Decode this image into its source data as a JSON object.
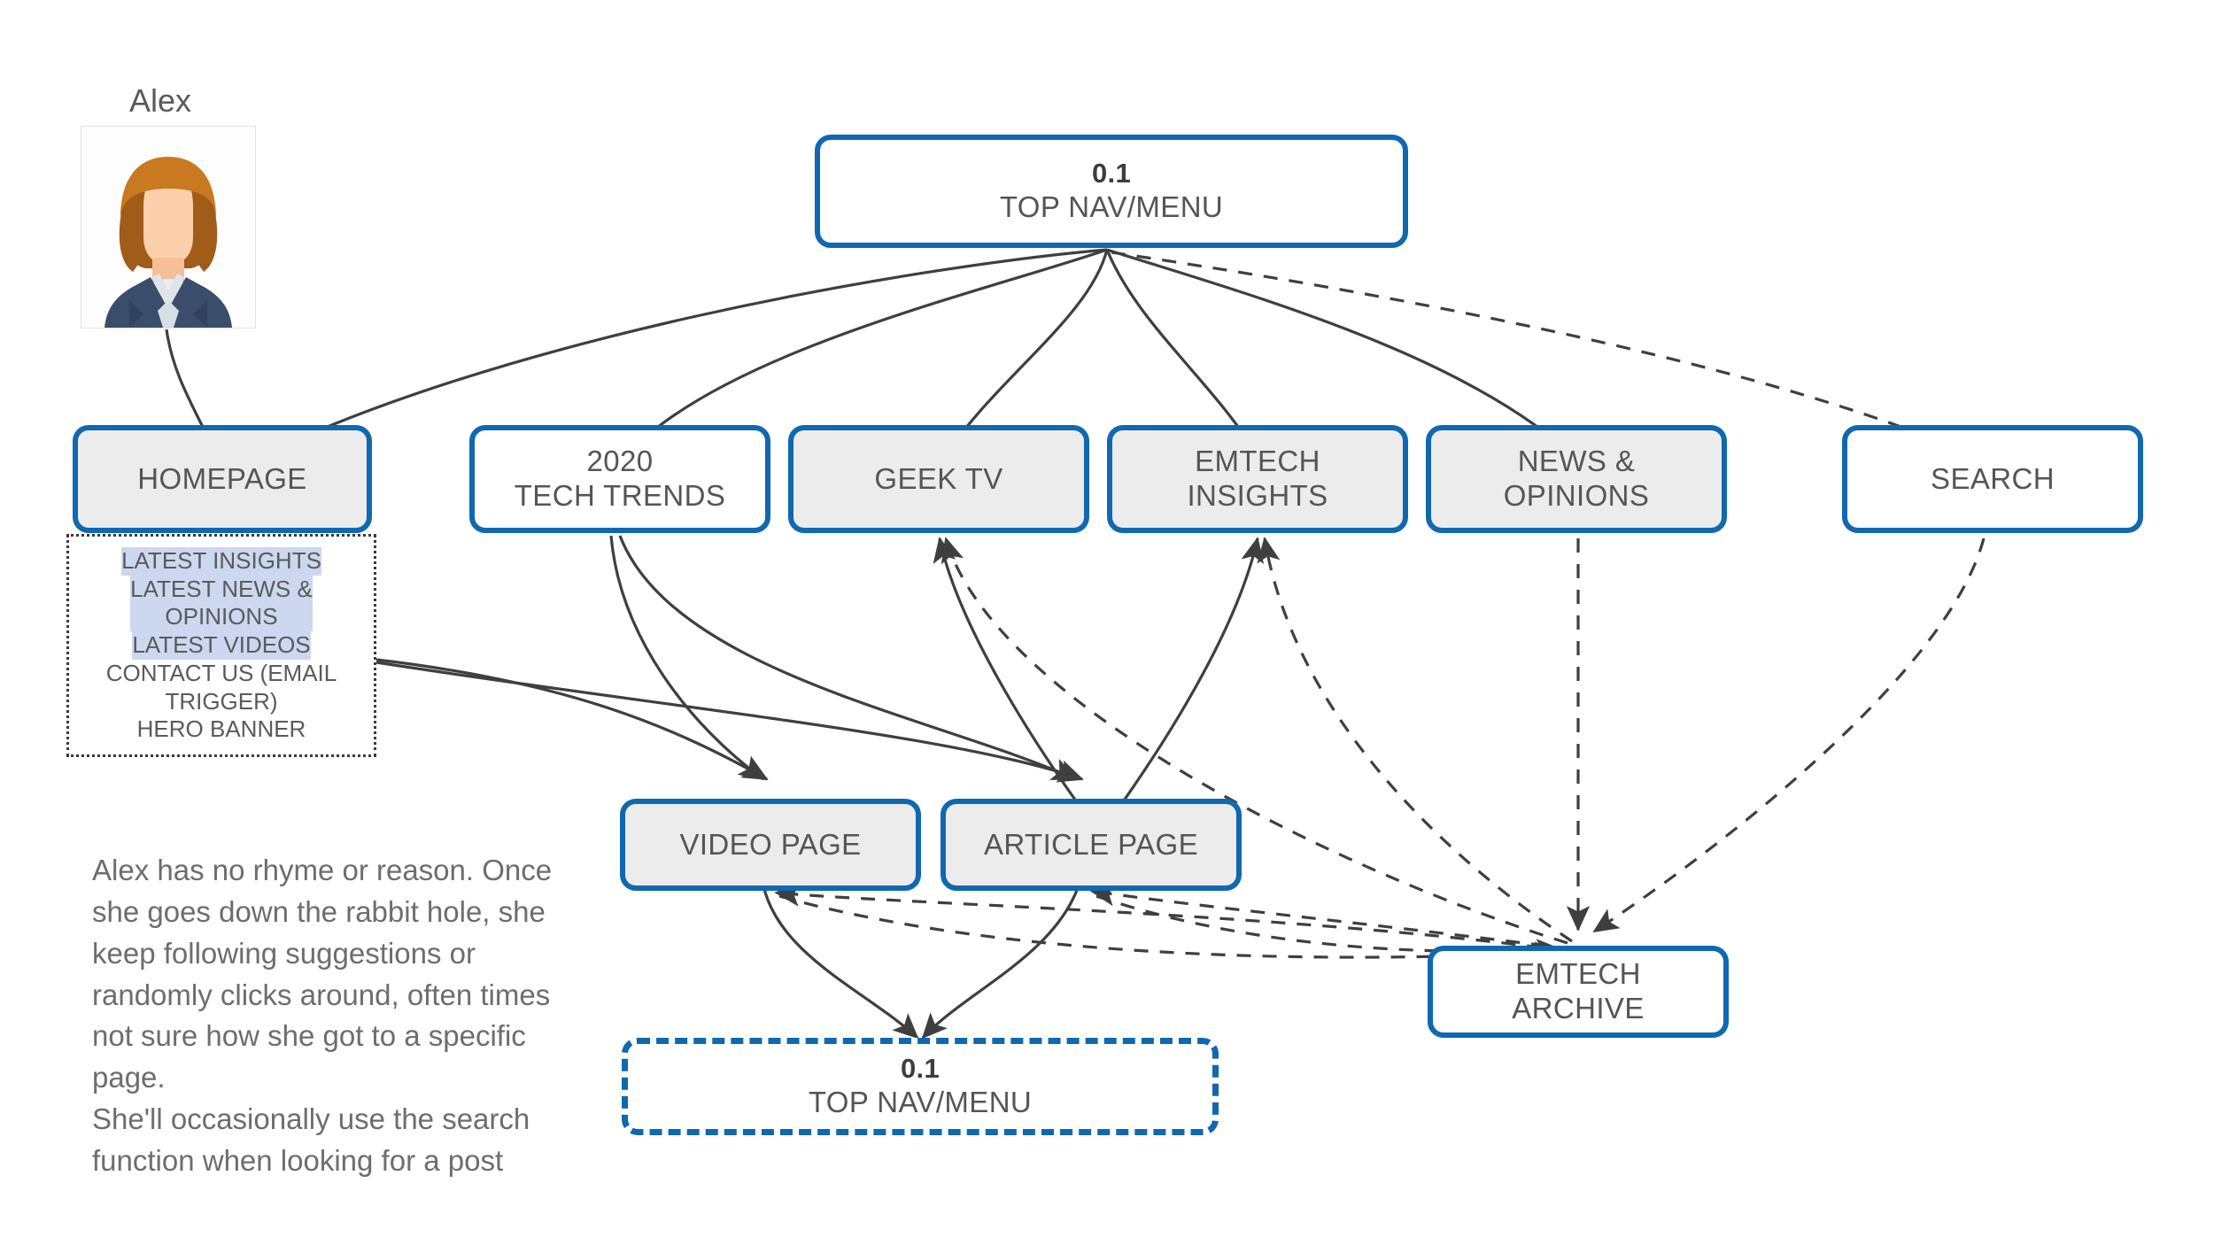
{
  "persona": {
    "name": "Alex",
    "avatar_icon": "user-avatar-illustration",
    "note": "Alex has no rhyme or reason. Once she goes down the rabbit hole, she keep following suggestions or randomly clicks around, often times not sure how she got to a specific page.\nShe'll occasionally use the search function when looking for a post"
  },
  "colors": {
    "node_border": "#1068b0",
    "node_fill_gray": "#ececec",
    "node_fill_white": "#ffffff",
    "highlight": "#ccd8ef",
    "connector": "#3f3f3f",
    "text": "#555555"
  },
  "nodes": {
    "top_nav": {
      "number": "0.1",
      "label": "TOP NAV/MENU"
    },
    "homepage": {
      "label": "HOMEPAGE"
    },
    "tech_trends": {
      "label": "2020\nTECH TRENDS"
    },
    "geek_tv": {
      "label": "GEEK TV"
    },
    "emtech_insights": {
      "label": "EMTECH\nINSIGHTS"
    },
    "news_opinions": {
      "label": "NEWS &\nOPINIONS"
    },
    "search": {
      "label": "SEARCH"
    },
    "video_page": {
      "label": "VIDEO PAGE"
    },
    "article_page": {
      "label": "ARTICLE PAGE"
    },
    "emtech_archive": {
      "label": "EMTECH\nARCHIVE"
    },
    "bottom_nav": {
      "number": "0.1",
      "label": "TOP NAV/MENU"
    }
  },
  "homepage_submenu": {
    "items": [
      {
        "label": "LATEST INSIGHTS",
        "highlighted": true
      },
      {
        "label": "LATEST NEWS &\nOPINIONS",
        "highlighted": true
      },
      {
        "label": "LATEST VIDEOS",
        "highlighted": true
      },
      {
        "label": "CONTACT US (EMAIL\nTRIGGER)",
        "highlighted": false
      },
      {
        "label": "HERO BANNER",
        "highlighted": false
      }
    ]
  },
  "chart_data": {
    "type": "diagram",
    "title": "Alex user flow sitemap",
    "nodes": [
      {
        "id": "top_nav",
        "label": "0.1 TOP NAV/MENU",
        "fill": "white",
        "style": "solid"
      },
      {
        "id": "homepage",
        "label": "HOMEPAGE",
        "fill": "gray",
        "style": "solid"
      },
      {
        "id": "tech_trends",
        "label": "2020 TECH TRENDS",
        "fill": "white",
        "style": "solid"
      },
      {
        "id": "geek_tv",
        "label": "GEEK TV",
        "fill": "gray",
        "style": "solid"
      },
      {
        "id": "emtech_insights",
        "label": "EMTECH INSIGHTS",
        "fill": "gray",
        "style": "solid"
      },
      {
        "id": "news_opinions",
        "label": "NEWS & OPINIONS",
        "fill": "gray",
        "style": "solid"
      },
      {
        "id": "search",
        "label": "SEARCH",
        "fill": "white",
        "style": "solid"
      },
      {
        "id": "video_page",
        "label": "VIDEO PAGE",
        "fill": "gray",
        "style": "solid"
      },
      {
        "id": "article_page",
        "label": "ARTICLE PAGE",
        "fill": "gray",
        "style": "solid"
      },
      {
        "id": "emtech_archive",
        "label": "EMTECH ARCHIVE",
        "fill": "white",
        "style": "solid"
      },
      {
        "id": "bottom_nav",
        "label": "0.1 TOP NAV/MENU",
        "fill": "white",
        "style": "dashed"
      }
    ],
    "edges": [
      {
        "from": "persona",
        "to": "homepage",
        "style": "solid"
      },
      {
        "from": "top_nav",
        "to": "homepage",
        "style": "solid"
      },
      {
        "from": "top_nav",
        "to": "tech_trends",
        "style": "solid"
      },
      {
        "from": "top_nav",
        "to": "geek_tv",
        "style": "solid"
      },
      {
        "from": "top_nav",
        "to": "emtech_insights",
        "style": "solid"
      },
      {
        "from": "top_nav",
        "to": "news_opinions",
        "style": "solid"
      },
      {
        "from": "top_nav",
        "to": "search",
        "style": "dashed"
      },
      {
        "from": "tech_trends",
        "to": "video_page",
        "style": "solid"
      },
      {
        "from": "tech_trends",
        "to": "article_page",
        "style": "solid"
      },
      {
        "from": "homepage_submenu",
        "to": "video_page",
        "style": "solid"
      },
      {
        "from": "homepage_submenu",
        "to": "article_page",
        "style": "solid"
      },
      {
        "from": "article_page",
        "to": "geek_tv",
        "style": "solid"
      },
      {
        "from": "article_page",
        "to": "emtech_insights",
        "style": "solid"
      },
      {
        "from": "emtech_archive",
        "to": "geek_tv",
        "style": "dashed"
      },
      {
        "from": "emtech_archive",
        "to": "emtech_insights",
        "style": "dashed"
      },
      {
        "from": "news_opinions",
        "to": "emtech_archive",
        "style": "dashed"
      },
      {
        "from": "search",
        "to": "emtech_archive",
        "style": "dashed"
      },
      {
        "from": "video_page",
        "to": "emtech_archive",
        "style": "dashed"
      },
      {
        "from": "article_page",
        "to": "emtech_archive",
        "style": "dashed"
      },
      {
        "from": "video_page",
        "to": "bottom_nav",
        "style": "solid"
      },
      {
        "from": "article_page",
        "to": "bottom_nav",
        "style": "solid"
      },
      {
        "from": "emtech_archive",
        "to": "video_page",
        "style": "dashed"
      },
      {
        "from": "emtech_archive",
        "to": "article_page",
        "style": "dashed"
      }
    ]
  }
}
